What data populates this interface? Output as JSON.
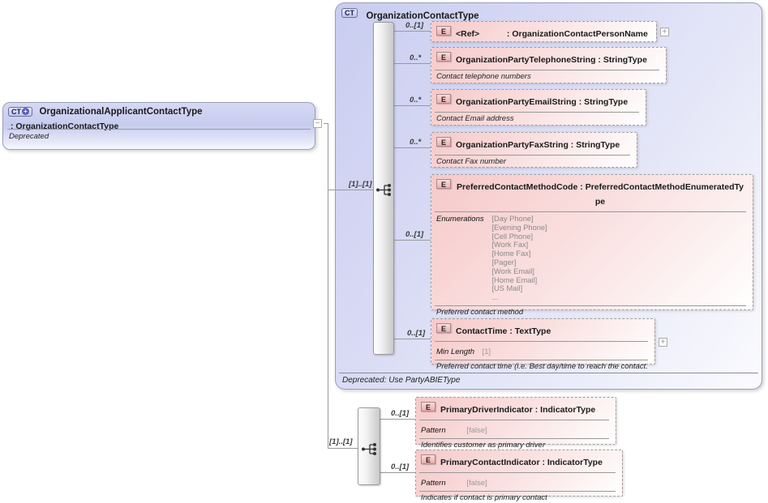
{
  "colors": {
    "lavender_accent": "#c9cdef",
    "pink_accent": "#f6c9c9",
    "line": "#999999"
  },
  "symbols": {
    "colon": " : ",
    "plus": "+",
    "minus": "−",
    "complex_type_badge": "CT",
    "element_badge": "E"
  },
  "root_box": {
    "name": "OrganizationalApplicantContactType",
    "type": "OrganizationContactType",
    "annotation": "Deprecated"
  },
  "container": {
    "title": "OrganizationContactType",
    "footer": "Deprecated: Use PartyABIEType",
    "cardinality": "[1]..[1]"
  },
  "bottom_group": {
    "cardinality": "[1]..[1]"
  },
  "elements": [
    {
      "key": "ref",
      "cardinality": "0..[1]",
      "name": "<Ref>",
      "type": "OrganizationContactPersonName"
    },
    {
      "key": "telephone",
      "cardinality": "0..*",
      "name": "OrganizationPartyTelephoneString",
      "type": "StringType",
      "annotation": "Contact telephone numbers"
    },
    {
      "key": "email",
      "cardinality": "0..*",
      "name": "OrganizationPartyEmailString",
      "type": "StringType",
      "annotation": "Contact Email address"
    },
    {
      "key": "fax",
      "cardinality": "0..*",
      "name": "OrganizationPartyFaxString",
      "type": "StringType",
      "annotation": "Contact Fax number"
    },
    {
      "key": "preferred",
      "cardinality": "0..[1]",
      "name": "PreferredContactMethodCode",
      "type": "PreferredContactMethodEnumeratedType",
      "enum_label": "Enumerations",
      "enums": [
        "[Day Phone]",
        "[Evening Phone]",
        "[Cell Phone]",
        "[Work Fax]",
        "[Home Fax]",
        "[Pager]",
        "[Work Email]",
        "[Home Email]",
        "[US Mail]",
        "..."
      ],
      "annotation": "Preferred contact method"
    },
    {
      "key": "contacttime",
      "cardinality": "0..[1]",
      "name": "ContactTime",
      "type": "TextType",
      "facet_label": "Min Length",
      "facet_value": "[1]",
      "annotation": "Preferred contact time (i.e. Best day/time to reach the contact."
    },
    {
      "key": "primarydriver",
      "cardinality": "0..[1]",
      "name": "PrimaryDriverIndicator",
      "type": "IndicatorType",
      "facet_label": "Pattern",
      "facet_value": "[false]",
      "annotation": "Identifies customer as primary driver"
    },
    {
      "key": "primarycontact",
      "cardinality": "0..[1]",
      "name": "PrimaryContactIndicator",
      "type": "IndicatorType",
      "facet_label": "Pattern",
      "facet_value": "[false]",
      "annotation": "Indicates if contact is primary contact"
    }
  ]
}
